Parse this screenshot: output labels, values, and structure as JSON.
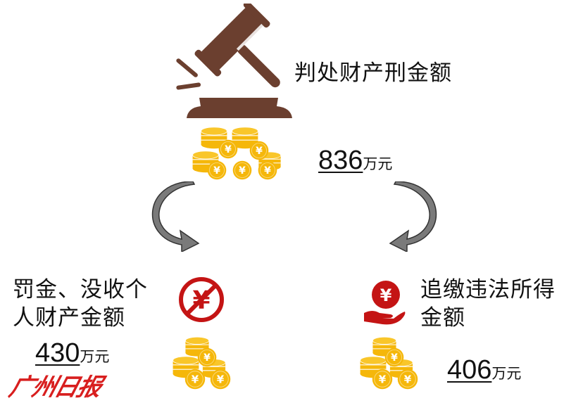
{
  "top": {
    "title": "判处财产刑金额",
    "amount": "836",
    "unit": "万元"
  },
  "left": {
    "line1": "罚金、没收个",
    "line2": "人财产金额",
    "amount": "430",
    "unit": "万元"
  },
  "right": {
    "line1": "追缴违法所得",
    "line2": "金额",
    "amount": "406",
    "unit": "万元"
  },
  "watermark": "广州日报",
  "icons": {
    "gavel": "gavel-icon",
    "coins": "coin-pile-icon",
    "no_yuan": "no-yuan-icon",
    "hand_yuan": "hand-yuan-icon",
    "arrow": "curved-arrow-icon"
  },
  "colors": {
    "gavel": "#6b3f2f",
    "coin": "#f5b70a",
    "coin_dark": "#e8a000",
    "red": "#c41414",
    "arrow": "#777777"
  }
}
